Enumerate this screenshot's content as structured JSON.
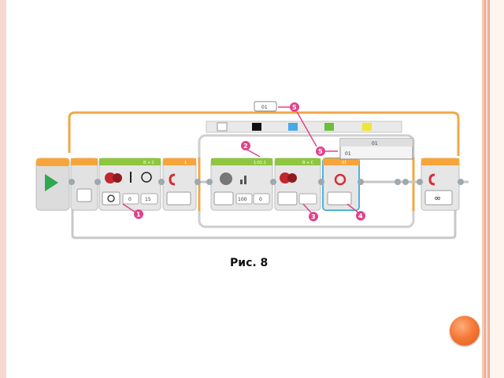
{
  "caption": "Рис. 8",
  "colors": {
    "accent": "#e0438b",
    "wire": "#f0a84a",
    "block_green": "#8ec63f",
    "flow_orange": "#f7a53a",
    "panel_grey": "#d9d9d9"
  },
  "port_label": "01",
  "wait_label": "01",
  "dropdown": {
    "header_label": "01",
    "option": "01"
  },
  "blocks": {
    "move1": {
      "header": "B + C",
      "value_left": "0",
      "value_right": "15"
    },
    "loop_switch": {
      "header": "1"
    },
    "sensor": {
      "header": "1:01:1",
      "value_left": "100",
      "value_right": "0"
    },
    "move2": {
      "header": "B + C"
    }
  },
  "markers": [
    "1",
    "2",
    "3",
    "4",
    "5",
    "5"
  ],
  "icons": [
    "play-start-icon",
    "loop-icon",
    "sensor-icon",
    "infinity-icon"
  ]
}
